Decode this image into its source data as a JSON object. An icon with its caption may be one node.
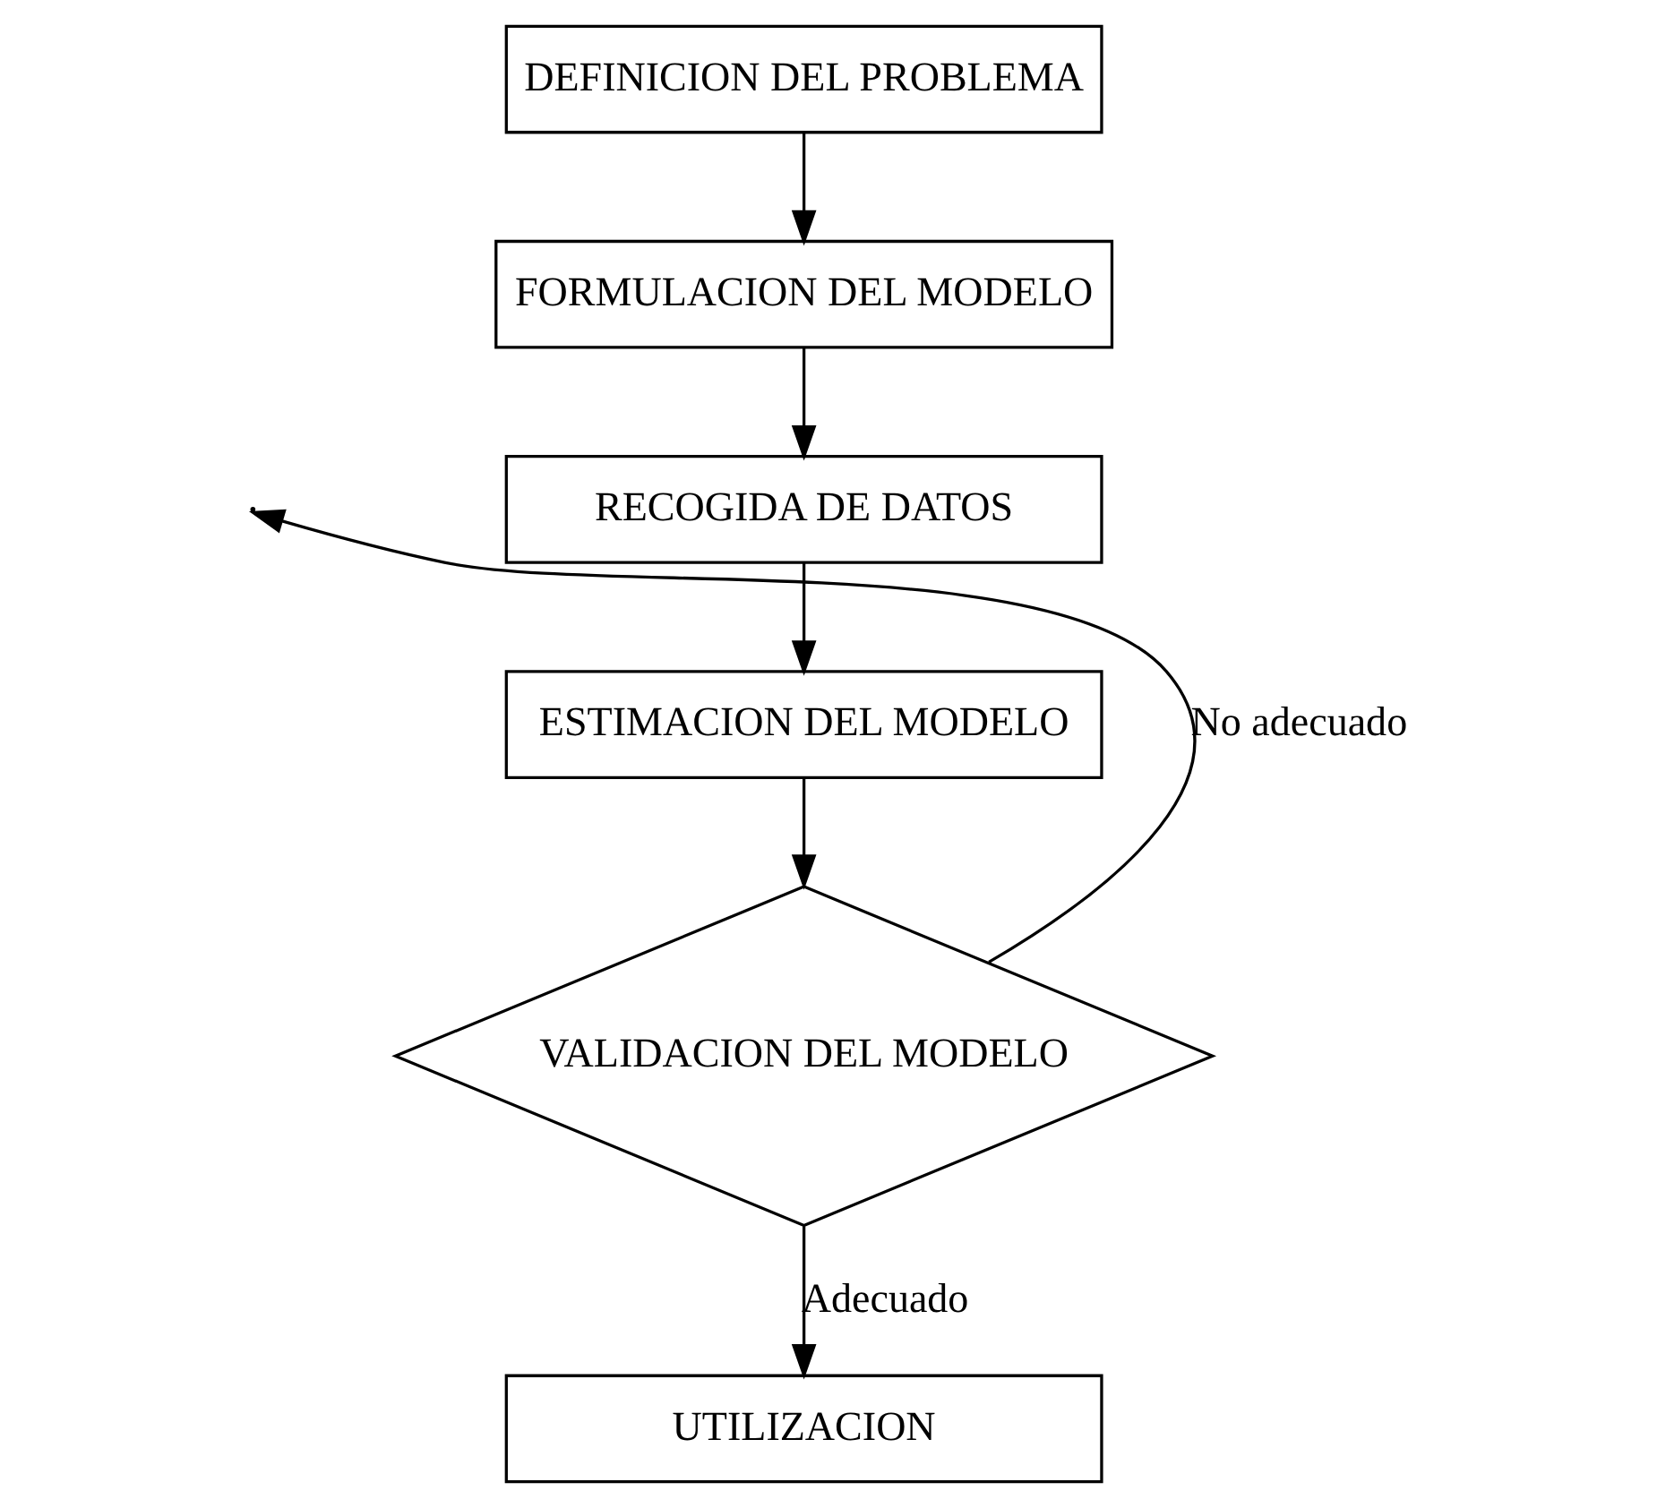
{
  "diagram": {
    "nodes": [
      {
        "text": [
          "DEFINICION DEL PROBLEMA"
        ]
      },
      {
        "text": [
          "FORMULACION DEL MODELO"
        ]
      },
      {
        "text": [
          "RECOGIDA DE DATOS"
        ]
      },
      {
        "text": [
          "ESTIMACION DEL MODELO"
        ]
      },
      {
        "text": [
          "VALIDACION DEL MODELO"
        ]
      },
      {
        "text": [
          "UTILIZACION"
        ]
      }
    ],
    "edges": [
      {
        "from": 0,
        "to": 1,
        "arrow": "to"
      },
      {
        "from": 1,
        "to": 2,
        "arrow": "to"
      },
      {
        "from": 2,
        "to": 3,
        "arrow": "to"
      },
      {
        "from": 3,
        "to": 4,
        "arrow": "to"
      },
      {
        "from": 4,
        "to": 5,
        "arrow": "to",
        "label": "Adecuado"
      },
      {
        "from": 4,
        "to": null,
        "arrow": "to",
        "label": "No adecuado"
      }
    ]
  }
}
